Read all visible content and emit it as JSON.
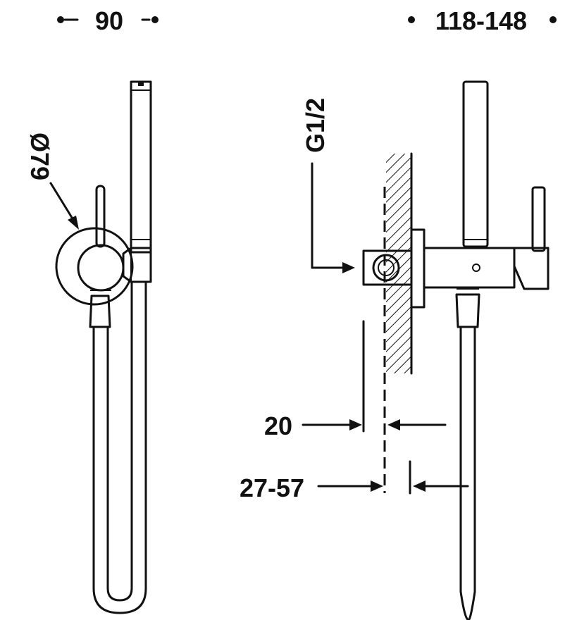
{
  "dimensions": {
    "width_left": "90",
    "width_right": "118-148",
    "diameter": "Ø79",
    "thread": "G1/2",
    "depth_fixed": "20",
    "depth_range": "27-57"
  }
}
